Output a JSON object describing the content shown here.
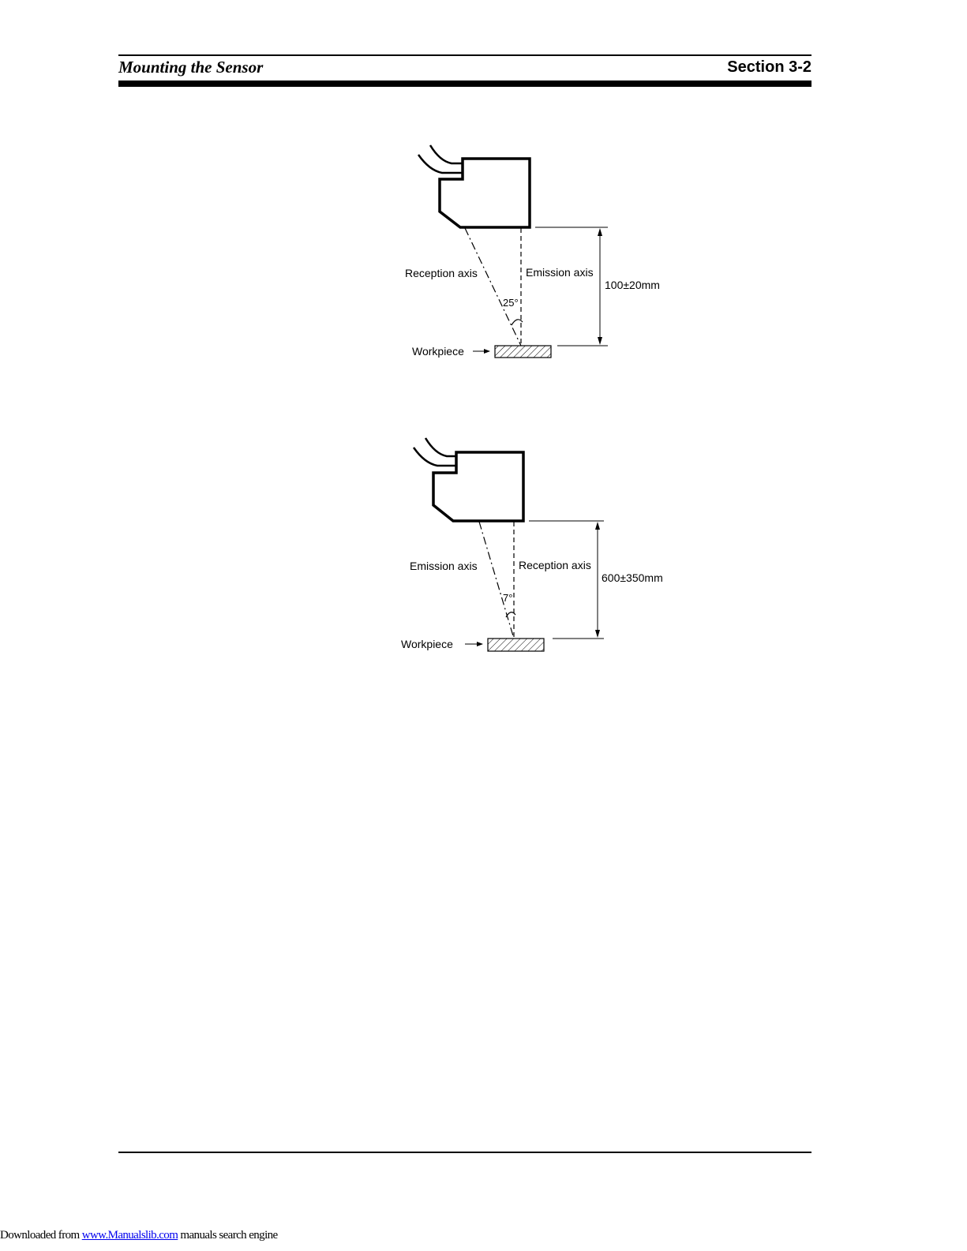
{
  "header": {
    "title": "Mounting the Sensor",
    "section": "Section 3-2"
  },
  "diagram_top": {
    "reception_label": "Reception axis",
    "emission_label": "Emission axis",
    "angle": "25°",
    "distance": "100±20mm",
    "workpiece_label": "Workpiece"
  },
  "diagram_bottom": {
    "emission_label": "Emission axis",
    "reception_label": "Reception axis",
    "angle": "7°",
    "distance": "600±350mm",
    "workpiece_label": "Workpiece"
  },
  "footer": {
    "prefix": "Downloaded from ",
    "link": "www.Manualslib.com",
    "suffix": "  manuals search engine"
  }
}
